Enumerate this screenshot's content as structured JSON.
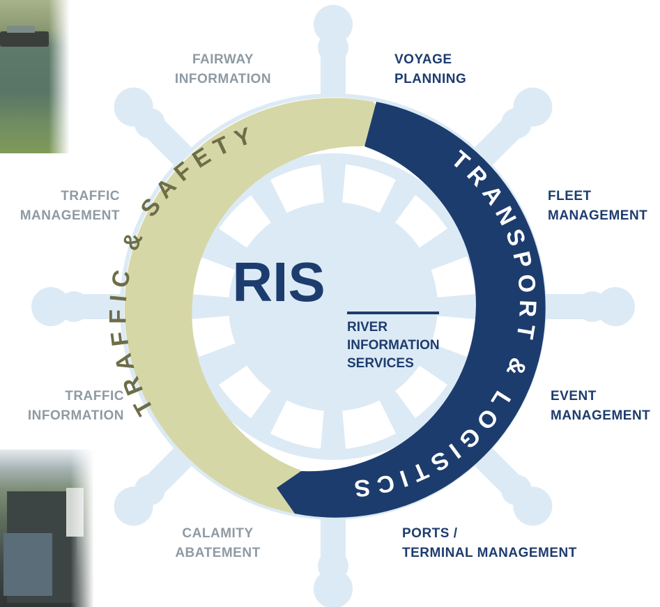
{
  "center": {
    "acronym": "RIS",
    "subtitle": [
      "RIVER",
      "INFORMATION",
      "SERVICES"
    ]
  },
  "rings": {
    "left": "TRAFFIC & SAFETY",
    "right": "TRANSPORT & LOGISTICS"
  },
  "services": {
    "fairway": [
      "FAIRWAY",
      "INFORMATION"
    ],
    "traffic_management": [
      "TRAFFIC",
      "MANAGEMENT"
    ],
    "traffic_information": [
      "TRAFFIC",
      "INFORMATION"
    ],
    "calamity": [
      "CALAMITY",
      "ABATEMENT"
    ],
    "voyage": [
      "VOYAGE",
      "PLANNING"
    ],
    "fleet": [
      "FLEET",
      "MANAGEMENT"
    ],
    "event": [
      "EVENT",
      "MANAGEMENT"
    ],
    "ports": [
      "PORTS /",
      "TERMINAL MANAGEMENT"
    ]
  },
  "colors": {
    "navy": "#1d3c6e",
    "khaki": "#d6d7a6",
    "wheel": "#dceaf5",
    "grey_text": "#8e9aa3"
  }
}
